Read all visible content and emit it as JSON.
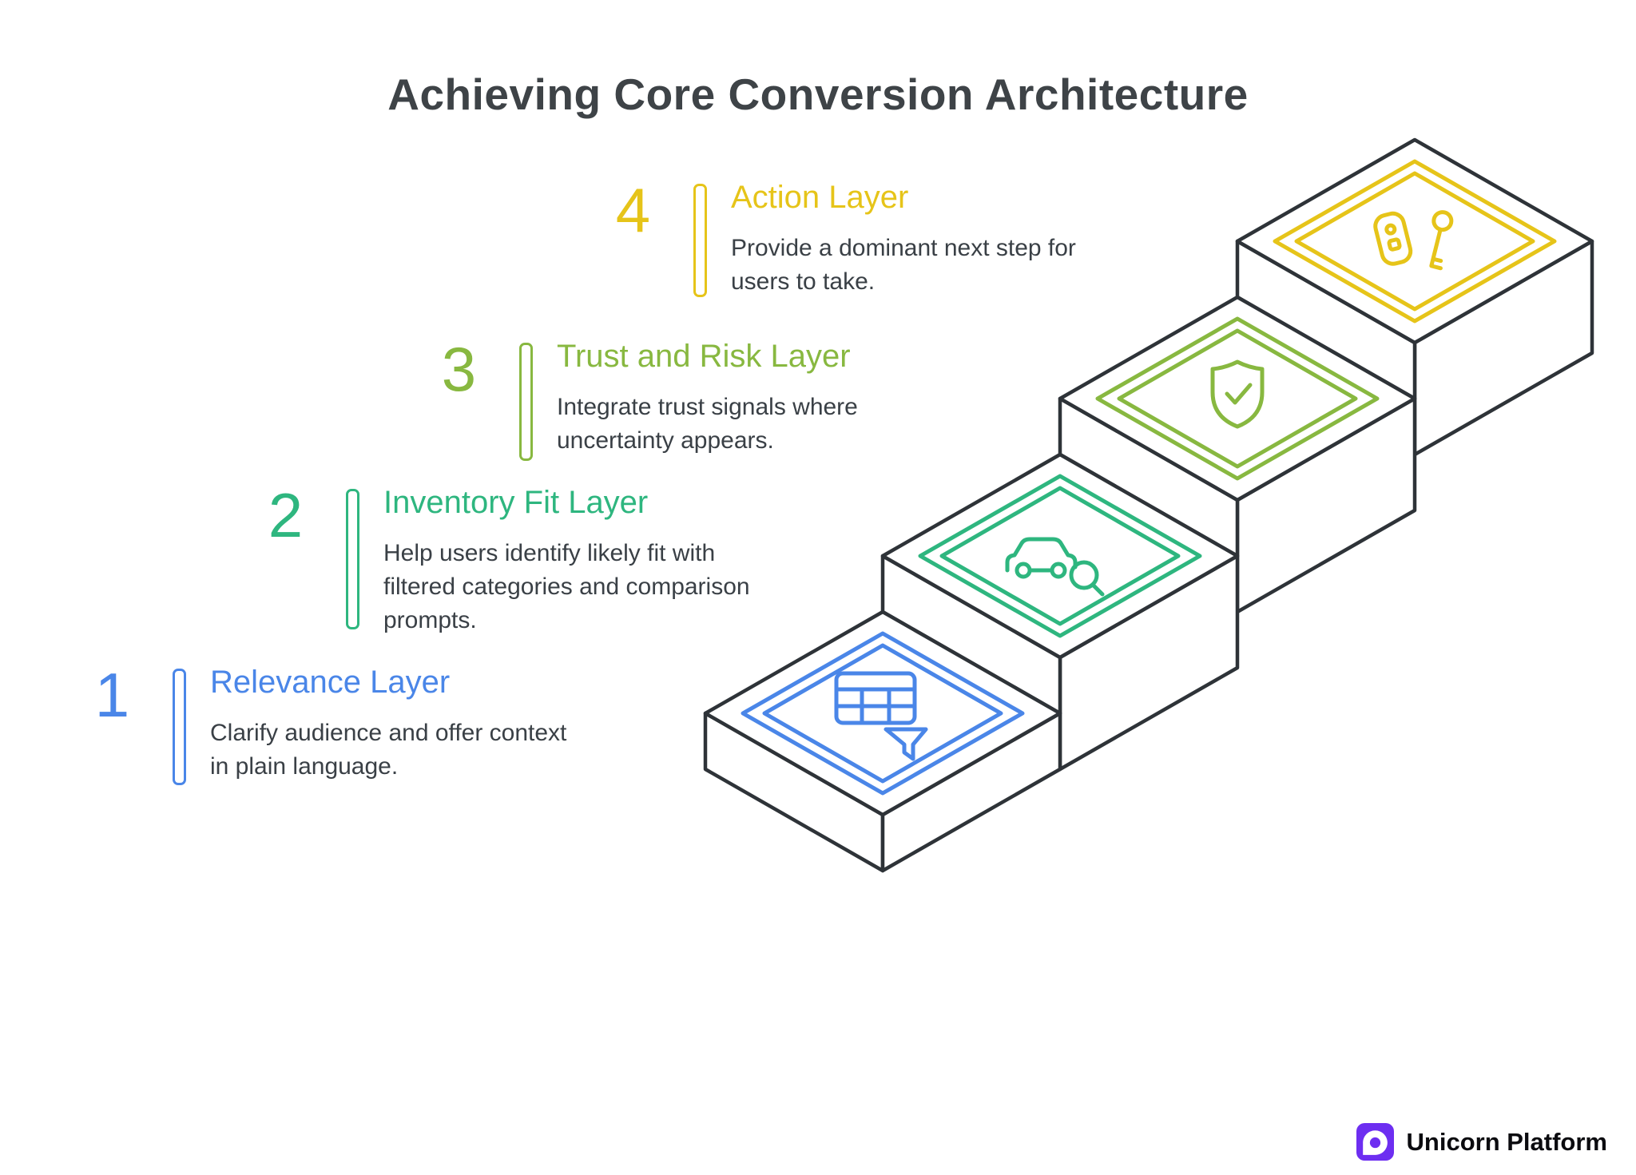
{
  "title": "Achieving Core Conversion Architecture",
  "steps": [
    {
      "number": "1",
      "heading": "Relevance Layer",
      "description": "Clarify audience and offer context in plain language.",
      "color": "#4a86e8",
      "icon": "table-filter-icon"
    },
    {
      "number": "2",
      "heading": "Inventory Fit Layer",
      "description": "Help users identify likely fit with filtered categories and comparison prompts.",
      "color": "#2eb67f",
      "icon": "car-search-icon"
    },
    {
      "number": "3",
      "heading": "Trust and Risk Layer",
      "description": "Integrate trust signals where uncertainty appears.",
      "color": "#88b840",
      "icon": "shield-check-icon"
    },
    {
      "number": "4",
      "heading": "Action Layer",
      "description": "Provide a dominant next step for users to take.",
      "color": "#e6c419",
      "icon": "car-keys-icon"
    }
  ],
  "footer": {
    "brand": "Unicorn Platform",
    "brand_color": "#6d2ef1"
  },
  "colors": {
    "outline": "#2e3338",
    "title_text": "#3e4347",
    "body_text": "#3a4046",
    "background": "#ffffff",
    "brand_text": "#0b0b0f"
  }
}
